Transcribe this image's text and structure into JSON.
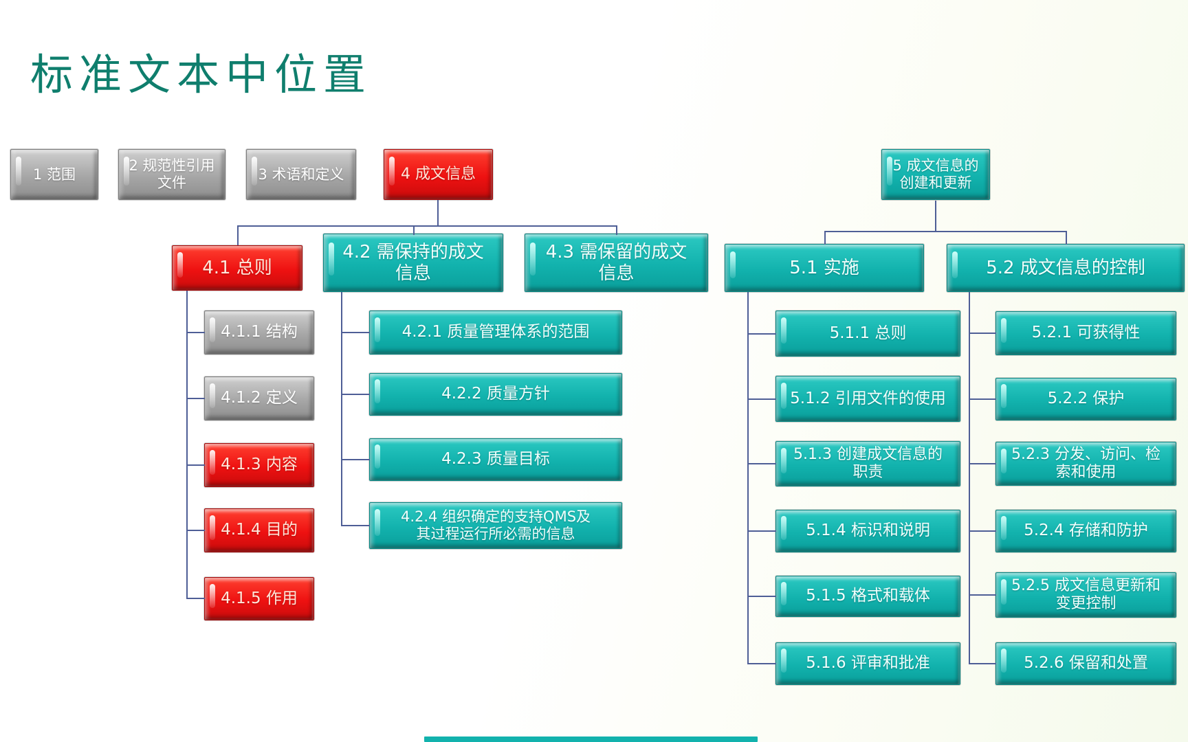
{
  "title": "标准文本中位置",
  "colors": {
    "title": "#0f7e6d",
    "gray": "#a6a6a6",
    "gray_light": "#cfcfcf",
    "gray_dark": "#8d8d8d",
    "red": "#ee1111",
    "red_light": "#ff4030",
    "red_dark": "#c80c0c",
    "teal": "#12b2ad",
    "teal_light": "#2cc9c2",
    "teal_dark": "#0a9e9a",
    "connector": "#4e5e96"
  },
  "nodes": {
    "b1": {
      "label": "1 范围",
      "color": "gray"
    },
    "b2": {
      "label": "2 规范性引用\n文件",
      "color": "gray"
    },
    "b3": {
      "label": "3 术语和定义",
      "color": "gray"
    },
    "b4": {
      "label": "4 成文信息",
      "color": "red"
    },
    "b5": {
      "label": "5 成文信息的\n创建和更新",
      "color": "teal"
    },
    "b41": {
      "label": "4.1 总则",
      "color": "red"
    },
    "b42": {
      "label": "4.2 需保持的成文\n信息",
      "color": "teal"
    },
    "b43": {
      "label": "4.3 需保留的成文\n信息",
      "color": "teal"
    },
    "b51": {
      "label": "5.1 实施",
      "color": "teal"
    },
    "b52": {
      "label": "5.2 成文信息的控制",
      "color": "teal"
    },
    "b411": {
      "label": "4.1.1 结构",
      "color": "gray"
    },
    "b412": {
      "label": "4.1.2 定义",
      "color": "gray"
    },
    "b413": {
      "label": "4.1.3 内容",
      "color": "red"
    },
    "b414": {
      "label": "4.1.4 目的",
      "color": "red"
    },
    "b415": {
      "label": "4.1.5 作用",
      "color": "red"
    },
    "b421": {
      "label": "4.2.1 质量管理体系的范围",
      "color": "teal"
    },
    "b422": {
      "label": "4.2.2 质量方针",
      "color": "teal"
    },
    "b423": {
      "label": "4.2.3 质量目标",
      "color": "teal"
    },
    "b424": {
      "label": "4.2.4 组织确定的支持QMS及\n其过程运行所必需的信息",
      "color": "teal"
    },
    "b511": {
      "label": "5.1.1 总则",
      "color": "teal"
    },
    "b512": {
      "label": "5.1.2 引用文件的使用",
      "color": "teal"
    },
    "b513": {
      "label": "5.1.3 创建成文信息的\n职责",
      "color": "teal"
    },
    "b514": {
      "label": "5.1.4 标识和说明",
      "color": "teal"
    },
    "b515": {
      "label": "5.1.5 格式和载体",
      "color": "teal"
    },
    "b516": {
      "label": "5.1.6 评审和批准",
      "color": "teal"
    },
    "b521": {
      "label": "5.2.1 可获得性",
      "color": "teal"
    },
    "b522": {
      "label": "5.2.2 保护",
      "color": "teal"
    },
    "b523": {
      "label": "5.2.3 分发、访问、检\n索和使用",
      "color": "teal"
    },
    "b524": {
      "label": "5.2.4 存储和防护",
      "color": "teal"
    },
    "b525": {
      "label": "5.2.5 成文信息更新和\n变更控制",
      "color": "teal"
    },
    "b526": {
      "label": "5.2.6 保留和处置",
      "color": "teal"
    }
  }
}
